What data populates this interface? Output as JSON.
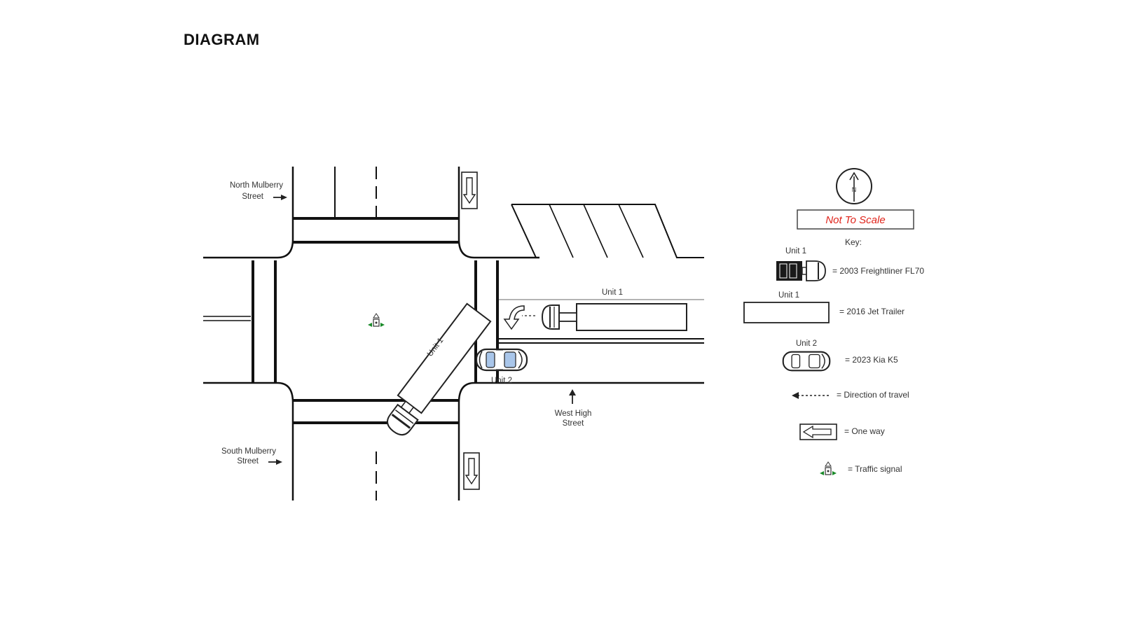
{
  "page": {
    "title": "DIAGRAM"
  },
  "streets": {
    "north_mulberry": [
      "North Mulberry",
      "Street"
    ],
    "south_mulberry": [
      "South Mulberry",
      "Street"
    ],
    "west_high": [
      "West High",
      "Street"
    ]
  },
  "units": {
    "unit1": "Unit 1",
    "unit2": "Unit 2"
  },
  "compass": {
    "north_letter": "N"
  },
  "scale_note": "Not To Scale",
  "key": {
    "heading": "Key:",
    "tractor": {
      "unit": "Unit 1",
      "label": "= 2003 Freightliner FL70"
    },
    "trailer": {
      "unit": "Unit 1",
      "label": "= 2016 Jet Trailer"
    },
    "car": {
      "unit": "Unit 2",
      "label": "= 2023 Kia K5"
    },
    "direction": {
      "label": "= Direction of travel"
    },
    "one_way": {
      "label": "= One way"
    },
    "signal": {
      "label": "= Traffic signal"
    }
  },
  "colors": {
    "signal": "#1a8a2a",
    "car_glass": "#a9c6ea",
    "scale_note": "#e0241b"
  }
}
